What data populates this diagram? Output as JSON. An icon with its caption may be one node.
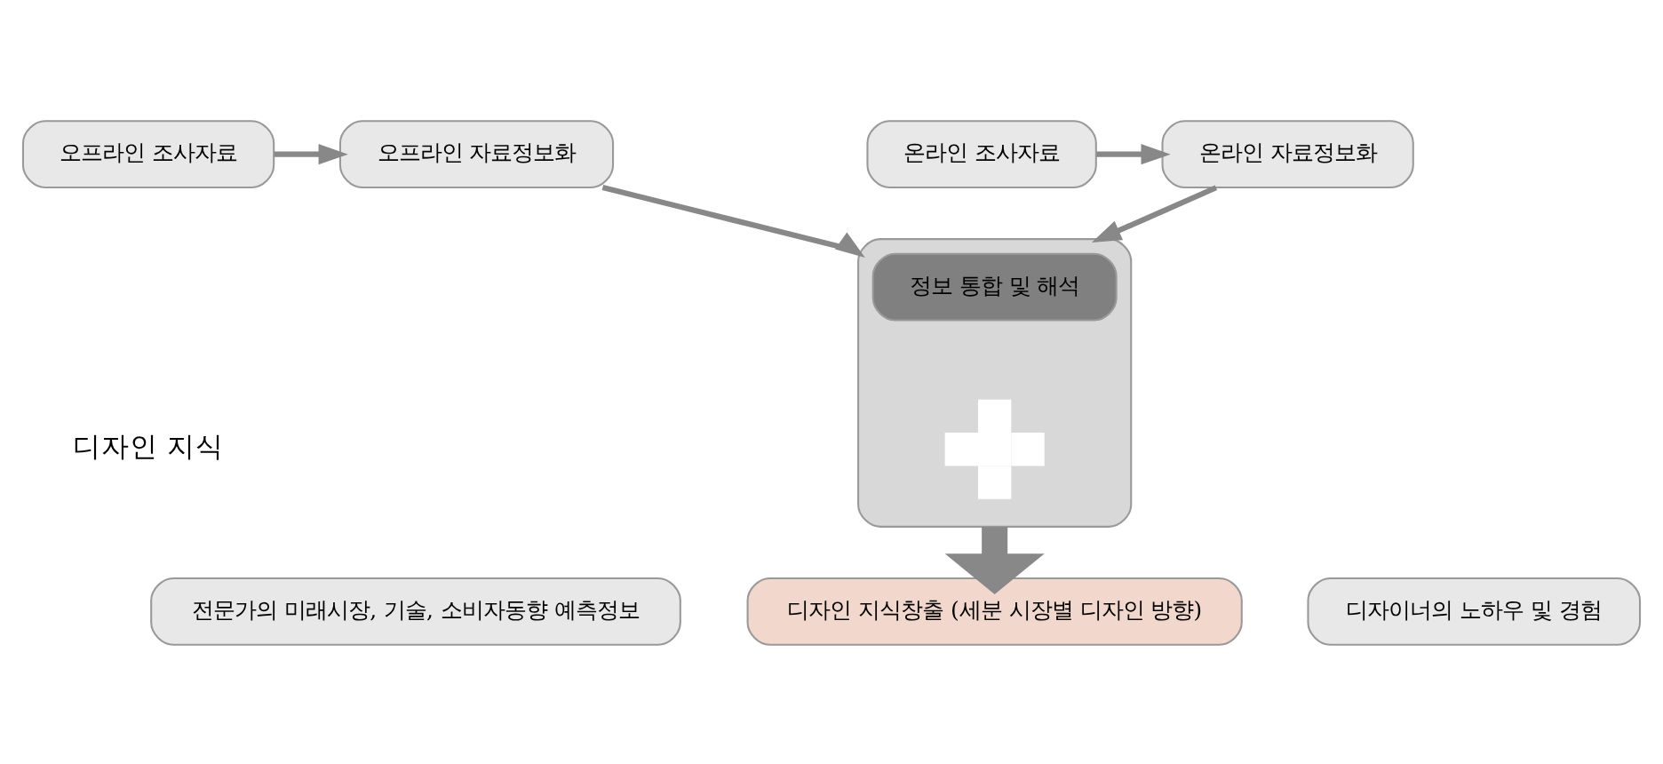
{
  "diagram": {
    "nodes": [
      {
        "text": [
          "오프라인 조사자료"
        ]
      },
      {
        "text": [
          "오프라인 자료정보화"
        ]
      },
      {
        "text": [
          "온라인 자료정보화"
        ]
      },
      {
        "text": [
          "온라인 조사자료"
        ]
      },
      {
        "text": [],
        "shape": "box"
      },
      {
        "text": [
          "정보 통합 및 해석"
        ],
        "in": 4
      },
      {
        "text": [],
        "shape": "cross",
        "in": 4
      },
      {
        "text": [
          "전문가의 미래시장, 기술, 소비자동향 예측정보"
        ]
      },
      {
        "text": [
          "디자이너의 노하우 및 경험"
        ]
      },
      {
        "text": [
          "디자인 지식창출 (세분 시장별 디자인 방향)"
        ]
      }
    ],
    "edges": [
      {
        "from": 0,
        "to": 1,
        "arrow": "to"
      },
      {
        "from": 3,
        "to": 2,
        "arrow": "to"
      },
      {
        "from": 1,
        "to": 4,
        "arrow": "to"
      },
      {
        "from": 2,
        "to": 4,
        "arrow": "to"
      },
      {
        "from": 4,
        "to": 9,
        "arrow": "to",
        "style": "thick"
      }
    ],
    "labels": [
      "디자인 지식"
    ]
  }
}
